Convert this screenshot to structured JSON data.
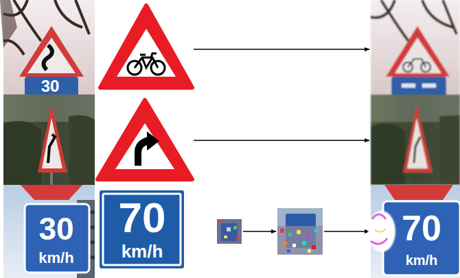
{
  "diagram": {
    "labels": [
      "30",
      "30",
      "km/h",
      "70",
      "km/h",
      "70",
      "km/h"
    ]
  }
}
